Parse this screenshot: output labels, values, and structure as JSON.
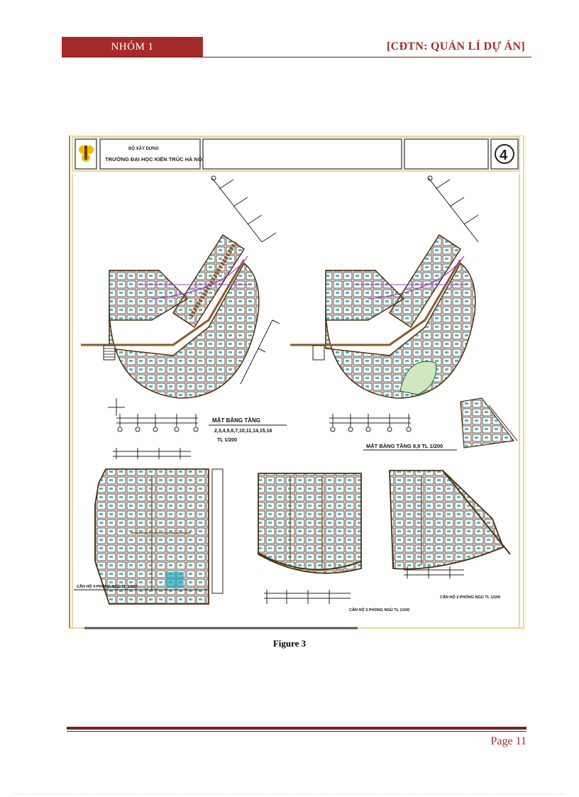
{
  "header": {
    "group_label": "NHÓM 1",
    "project_label": "[CĐTN: QUẢN LÍ DỰ ÁN]"
  },
  "figure": {
    "title_block": {
      "ministry": "BỘ XÂY DỰNG",
      "school": "TRƯỜNG ĐẠI HỌC KIẾN TRÚC HÀ NỘI",
      "sheet_number": "4"
    },
    "plan_1_title": "MẶT BẰNG TẦNG",
    "plan_1_floors": "2,3,4,5,6,7,10,11,14,15,16",
    "plan_1_scale": "TL 1/200",
    "plan_2_title": "MẶT BẰNG TẦNG 8,9 TL 1/200",
    "unit_a_label": "CĂN HỘ 4 PHÒNG NGỦ TL 1/100",
    "unit_b_label": "CĂN HỘ 3 PHÒNG NGỦ TL 1/100",
    "unit_c_label": "CĂN HỘ 2 PHÒNG NGỦ TL 1/100",
    "colors": {
      "frame": "#e8d89a",
      "walls": "#6b4a1a",
      "furniture": "#1fa7b8",
      "accent": "#a52a2a"
    }
  },
  "caption": "Figure 3",
  "footer": {
    "page_label": "Page 11"
  }
}
